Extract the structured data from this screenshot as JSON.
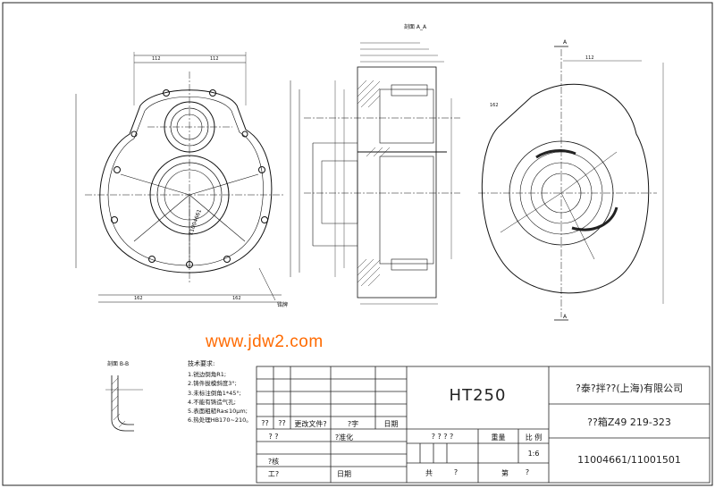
{
  "views": {
    "section_aa_title": "剖面 A_A",
    "section_bb_title": "剖面 B-B",
    "nameplate_label": "铭牌",
    "part_no_on_view": "11004661",
    "section_mark": "A",
    "dim_labels": {
      "left_top_1": "112",
      "left_top_2": "112",
      "left_bottom_1": "162",
      "left_bottom_2": "162",
      "right_top": "112",
      "right_left": "162"
    }
  },
  "watermark": "www.jdw2.com",
  "notes": {
    "title": "技术要求:",
    "items": [
      "1.锐边倒角R1;",
      "2.铸件拔模斜度3°;",
      "3.未标注倒角1*45°;",
      "4.不能有铸造气孔;",
      "5.表面粗糙Ra≤10μm;",
      "6.热处理HB170~210。"
    ]
  },
  "title_block": {
    "material": "HT250",
    "company": "?泰?拌??(上海)有限公司",
    "part_name": "??箱Z49 219-323",
    "drawing_no": "11004661/11001501",
    "headers": {
      "mark": "??",
      "count": "??",
      "change_doc": "更改文件?",
      "sign": "?字",
      "date": "日期",
      "design": "? ?",
      "standard": "?准化",
      "stage_mark": "? ? ? ?",
      "weight": "重量",
      "scale": "比 例",
      "check": "?核",
      "process": "工?",
      "approve_date": "日期",
      "total": "共",
      "total_unit": "?",
      "sheet": "第",
      "sheet_unit": "?"
    },
    "scale_value": "1:6"
  }
}
